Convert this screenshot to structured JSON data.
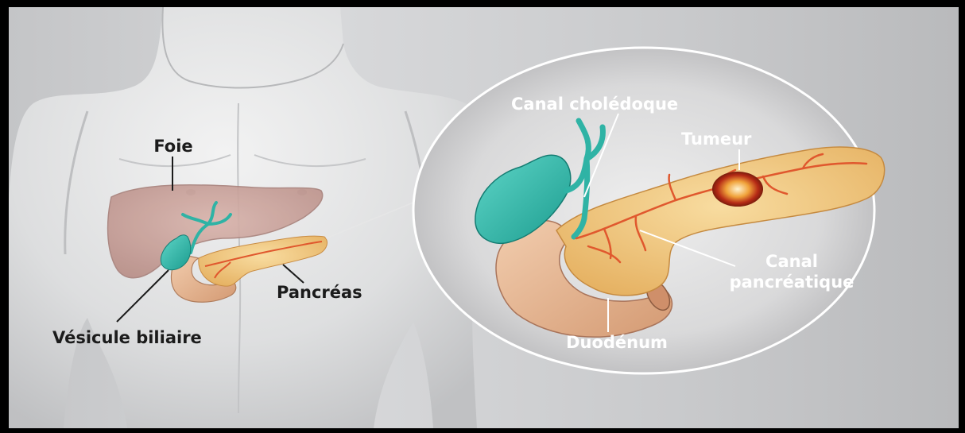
{
  "diagram": {
    "body_view": {
      "labels": {
        "liver": "Foie",
        "pancreas": "Pancréas",
        "gallbladder": "Vésicule biliaire"
      }
    },
    "zoom_view": {
      "labels": {
        "bile_duct": "Canal cholédoque",
        "tumor": "Tumeur",
        "pancreatic_duct_line1": "Canal",
        "pancreatic_duct_line2": "pancréatique",
        "duodenum": "Duodénum"
      }
    },
    "colors": {
      "frame": "#000000",
      "background": "#cfd0d2",
      "body": "#e6e6e6",
      "liver": "#c9a29a",
      "gallbladder": "#3dbfb0",
      "pancreas": "#f2cf8c",
      "duodenum": "#e7b792",
      "vessels": "#e0582e",
      "tumor": "#c8321d"
    }
  }
}
